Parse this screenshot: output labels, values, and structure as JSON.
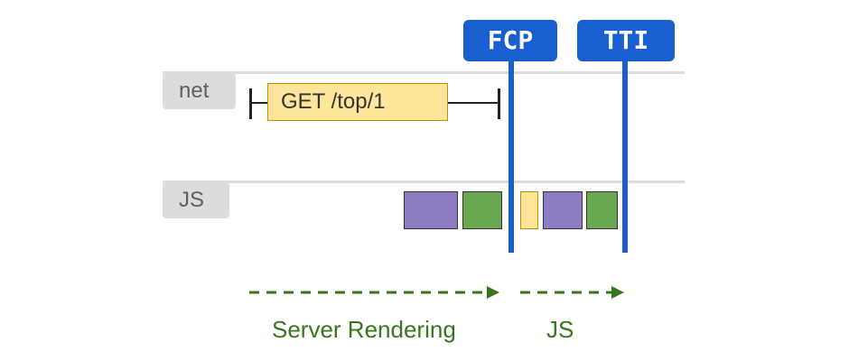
{
  "lanes": {
    "net": "net",
    "js": "JS"
  },
  "markers": {
    "fcp": "FCP",
    "tti": "TTI"
  },
  "request": "GET /top/1",
  "phases": {
    "server": "Server Rendering",
    "js": "JS"
  },
  "colors": {
    "marker": "#1a5fcf",
    "script": "#8e7cc3",
    "exec": "#6aa84f",
    "request": "#ffe599",
    "phase": "#38761d"
  }
}
